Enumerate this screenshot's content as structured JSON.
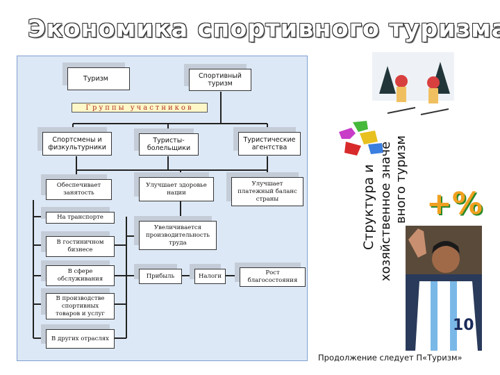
{
  "title": "Экономика спортивного туризма",
  "diagram": {
    "top_left": "Туризм",
    "top_right": "Спортивный туризм",
    "group_label": "Группы участников",
    "participants": [
      "Спортсмены и физкультурники",
      "Туристы-болельщики",
      "Туристические агентства"
    ],
    "effects": [
      "Обеспечивает занятость",
      "Улучшает здоровье нации",
      "Улучшает платежный баланс страны"
    ],
    "employment": [
      "На транспорте",
      "В гостиничном бизнесе",
      "В сфере обслуживания",
      "В производстве спортивных товаров и услуг",
      "В других отраслях"
    ],
    "productivity": "Увеличивается производительность труда",
    "profit": "Прибыль",
    "taxes": "Налоги",
    "welfare": "Рост благосостояния"
  },
  "side_text": {
    "line1": "Структура и",
    "line2": "хозяйственное значе",
    "line3": "вного туризм"
  },
  "percent_glyphs": "+%",
  "player_number": "10",
  "footer": "Продолжение следует П«Туризм»",
  "colors": {
    "panel": "#dde8f6",
    "group_text": "#b03020",
    "group_bg": "#fff7c8"
  }
}
